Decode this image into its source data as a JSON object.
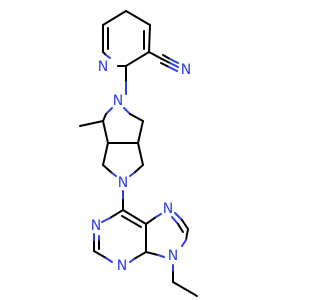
{
  "colors": {
    "carbon_bond": "#000000",
    "nitrogen": "#2f3fe0",
    "background": "#ffffff"
  },
  "atom_labels": {
    "pyridine_n": "N",
    "nitrile_n": "N",
    "pyrrolidine_n1": "N",
    "pyrrolidine_n2": "N",
    "purine_n1": "N",
    "purine_n3": "N",
    "purine_n7": "N",
    "purine_n9": "N"
  }
}
